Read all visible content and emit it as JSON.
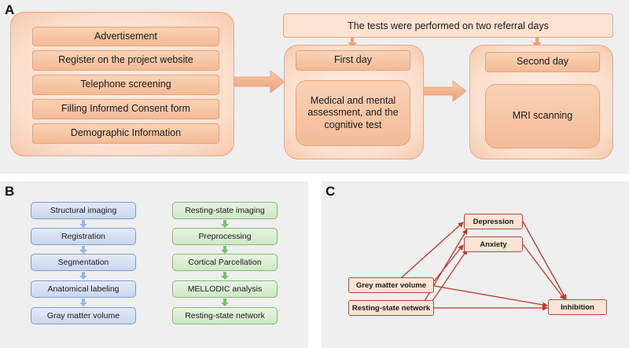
{
  "panel_a": {
    "letter": "A",
    "recruitment_steps": [
      "Advertisement",
      "Register on the project website",
      "Telephone screening",
      "Filling Informed Consent form",
      "Demographic Information"
    ],
    "header": "The tests were performed on two referral days",
    "day1": {
      "title": "First day",
      "content": "Medical and mental assessment, and the cognitive test"
    },
    "day2": {
      "title": "Second day",
      "content": "MRI scanning"
    },
    "colors": {
      "box_fill": "#f4bb97",
      "outline": "#e5a27d",
      "outer_fill": "#fbdfcc",
      "panel_bg": "#efefef"
    }
  },
  "panel_b": {
    "letter": "B",
    "structural_pipeline": [
      "Structural  imaging",
      "Registration",
      "Segmentation",
      "Anatomical labeling",
      "Gray matter volume"
    ],
    "functional_pipeline": [
      "Resting-state imaging",
      "Preprocessing",
      "Cortical Parcellation",
      "MELLODIC analysis",
      "Resting-state network"
    ],
    "colors": {
      "structural": "#c9d6ee",
      "functional": "#cfe8c6",
      "structural_arrow": "#9db4de",
      "functional_arrow": "#7fbe72"
    }
  },
  "panel_c": {
    "letter": "C",
    "nodes": {
      "depression": "Depression",
      "anxiety": "Anxiety",
      "grey_matter": "Grey matter volume",
      "resting_state": "Resting-state network",
      "inhibition": "Inhibition"
    },
    "edges": [
      [
        "grey_matter",
        "depression"
      ],
      [
        "grey_matter",
        "anxiety"
      ],
      [
        "grey_matter",
        "inhibition"
      ],
      [
        "resting_state",
        "depression"
      ],
      [
        "resting_state",
        "anxiety"
      ],
      [
        "resting_state",
        "inhibition"
      ],
      [
        "depression",
        "inhibition"
      ],
      [
        "anxiety",
        "inhibition"
      ]
    ],
    "colors": {
      "edge": "#c0392b",
      "node_border": "#b04a4a",
      "node_fill": "#fbe4d3"
    }
  }
}
